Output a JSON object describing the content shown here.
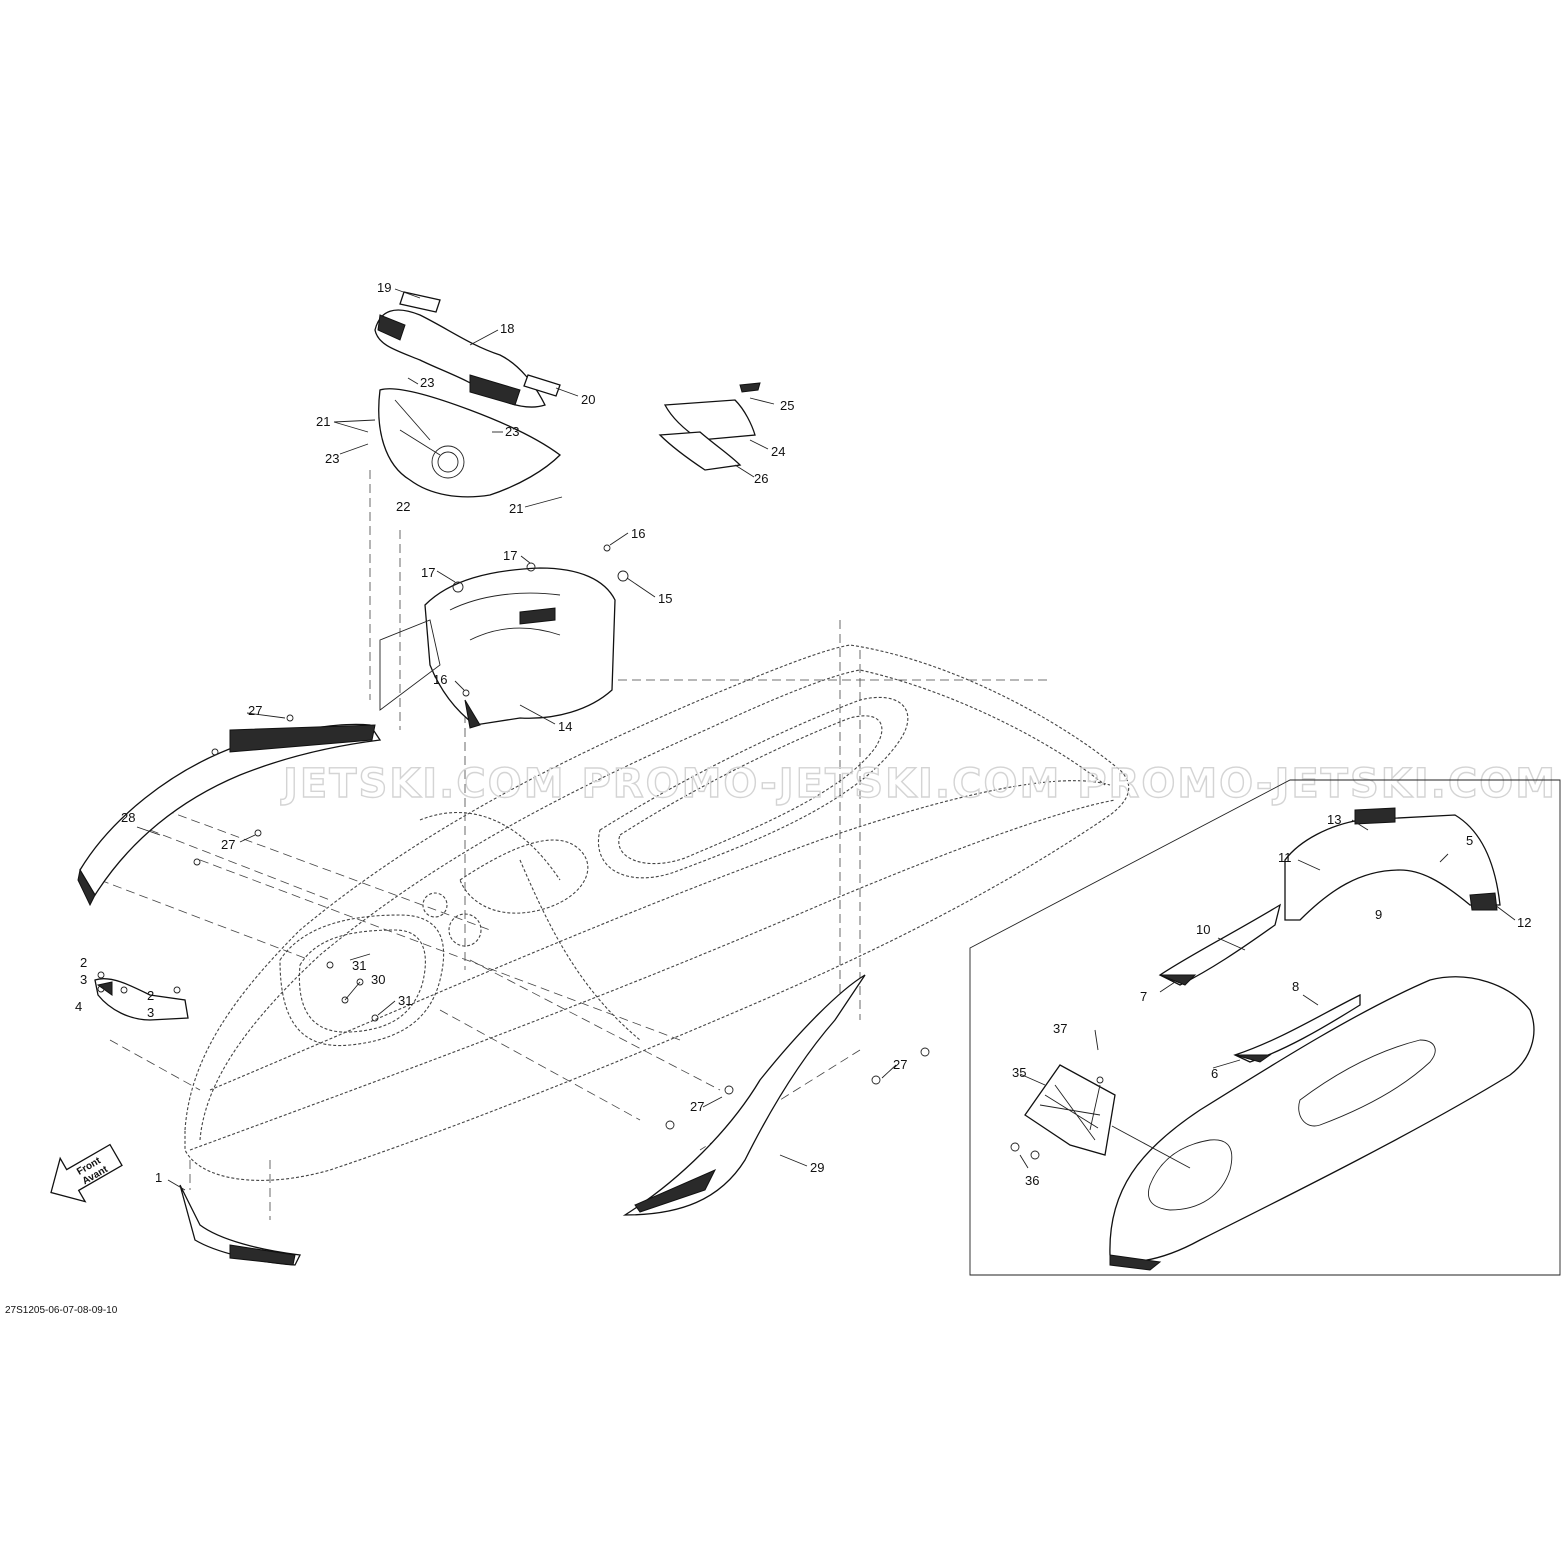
{
  "diagram_code": "27S1205-06-07-08-09-10",
  "watermark": "JETSKI.COM    PROMO-JETSKI.COM    PROMO-JETSKI.COM",
  "front_arrow": {
    "line1": "Front",
    "line2": "Avant"
  },
  "callouts": {
    "c1": "1",
    "c2a": "2",
    "c3a": "3",
    "c2b": "2",
    "c3b": "3",
    "c4": "4",
    "c5": "5",
    "c6": "6",
    "c7": "7",
    "c8": "8",
    "c9": "9",
    "c10": "10",
    "c11": "11",
    "c12": "12",
    "c13": "13",
    "c14": "14",
    "c15": "15",
    "c16a": "16",
    "c16b": "16",
    "c17a": "17",
    "c17b": "17",
    "c18": "18",
    "c19": "19",
    "c20": "20",
    "c21a": "21",
    "c21b": "21",
    "c22": "22",
    "c23a": "23",
    "c23b": "23",
    "c23c": "23",
    "c24": "24",
    "c25": "25",
    "c26": "26",
    "c27a": "27",
    "c27b": "27",
    "c27c": "27",
    "c27d": "27",
    "c28": "28",
    "c29": "29",
    "c30": "30",
    "c31a": "31",
    "c31b": "31",
    "c35": "35",
    "c36": "36",
    "c37": "37"
  },
  "colors": {
    "line": "#111111",
    "watermark": "#d4d4d4",
    "background": "#ffffff"
  }
}
